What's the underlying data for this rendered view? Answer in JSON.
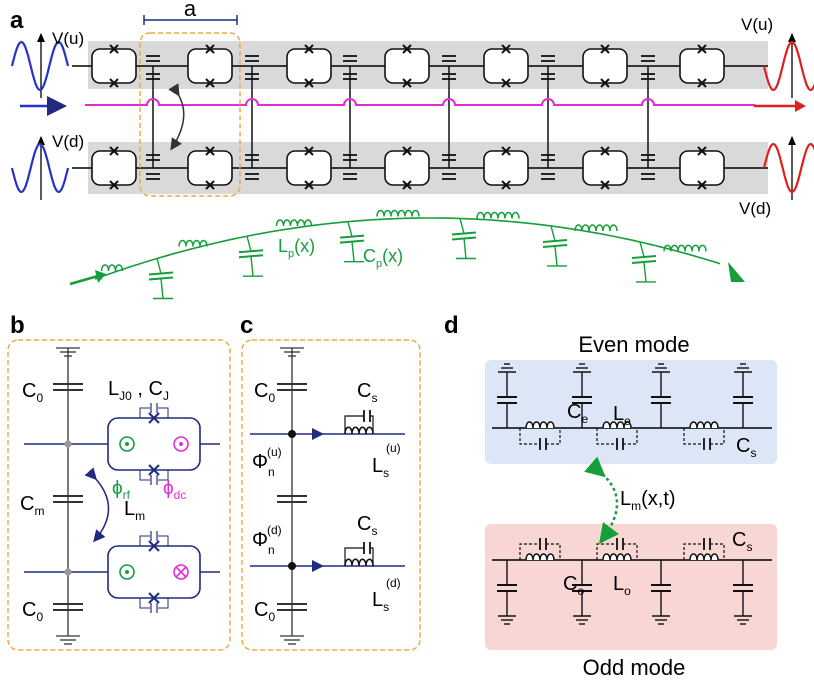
{
  "panels": {
    "a": {
      "letter": "a",
      "period_label": "a",
      "v_up": "V(u)",
      "v_down": "V(d)",
      "inductance": "L",
      "inductance_sub": "p",
      "inductance_arg": "(x)",
      "capacitance": "C",
      "capacitance_sub": "p",
      "capacitance_arg": "(x)"
    },
    "b": {
      "letter": "b",
      "c0_top": "C",
      "c0_top_sub": "0",
      "c0_bottom": "C",
      "c0_bottom_sub": "0",
      "cm": "C",
      "cm_sub": "m",
      "lm": "L",
      "lm_sub": "m",
      "lj": "L",
      "lj_sub": "J0",
      "cj_sep": " , ",
      "cj": "C",
      "cj_sub": "J",
      "phi_rf": "ϕ",
      "phi_rf_sub": "rf",
      "phi_dc": "ϕ",
      "phi_dc_sub": "dc"
    },
    "c": {
      "letter": "c",
      "c0_top": "C",
      "c0_top_sub": "0",
      "c0_bottom": "C",
      "c0_bottom_sub": "0",
      "cs_top": "C",
      "cs_top_sub": "s",
      "cs_bottom": "C",
      "cs_bottom_sub": "s",
      "ls_up": "L",
      "ls_up_sub": "s",
      "ls_up_sup": "(u)",
      "ls_down": "L",
      "ls_down_sub": "s",
      "ls_down_sup": "(d)",
      "phi_up": "Φ",
      "phi_up_sub": "n",
      "phi_up_sup": "(u)",
      "phi_down": "Φ",
      "phi_down_sub": "n",
      "phi_down_sup": "(d)"
    },
    "d": {
      "letter": "d",
      "even_title": "Even mode",
      "odd_title": "Odd mode",
      "ce": "C",
      "ce_sub": "e",
      "le": "L",
      "le_sub": "e",
      "cs_even": "C",
      "cs_even_sub": "s",
      "co": "C",
      "co_sub": "o",
      "lo": "L",
      "lo_sub": "o",
      "cs_odd": "C",
      "cs_odd_sub": "s",
      "lm": "L",
      "lm_sub": "m",
      "lm_arg": "(x,t)"
    }
  },
  "colors": {
    "circuit": "#1f2a80",
    "pink": "#e52bd6",
    "green": "#159e3a",
    "blue_wave": "#2633c9",
    "red_wave": "#e02020",
    "dash_box": "#f0a84a",
    "gray_band": "#d9d9d9",
    "even_bg": "#dce6f7",
    "odd_bg": "#f8d6d4"
  },
  "icons": [
    "squid-icon",
    "junction-cross-icon",
    "capacitor-icon",
    "inductor-icon",
    "ground-icon",
    "arrow-icon",
    "sine-wave-icon",
    "flux-dot-icon",
    "flux-cross-icon"
  ]
}
